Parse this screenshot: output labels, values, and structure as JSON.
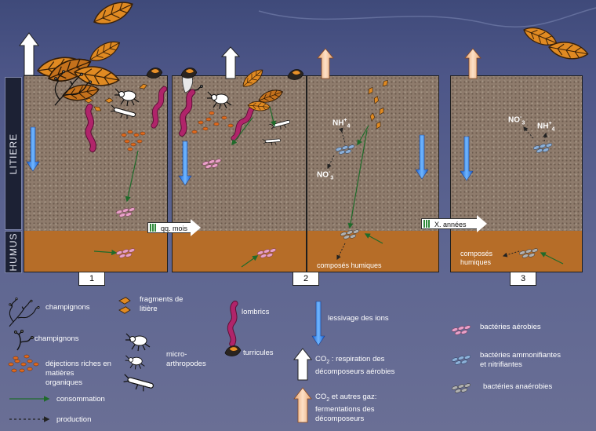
{
  "side_labels": {
    "litiere": "LITIERE",
    "humus": "HUMUS"
  },
  "panel_numbers": [
    "1",
    "2",
    "3"
  ],
  "time_arrows": {
    "first": "qq. mois",
    "second": "X. années"
  },
  "panel2": {
    "nh4": "NH",
    "nh4_sup": "+",
    "nh4_sub": "4",
    "no3": "NO",
    "no3_sup": "-",
    "no3_sub": "3",
    "humic": "composés humiques"
  },
  "panel3": {
    "no3": "NO",
    "no3_sup": "-",
    "no3_sub": "3",
    "nh4": "NH",
    "nh4_sup": "+",
    "nh4_sub": "4",
    "humic": "composés\nhumiques"
  },
  "legend": {
    "champignons_1": "champignons",
    "champignons_2": "champignons",
    "dejections": "déjections riches en\nmatières\norganiques",
    "consommation": "consommation",
    "production": "production",
    "fragments": "fragments de\nlitière",
    "microarthropodes": "micro-\narthropodes",
    "lombrics": "lombrics",
    "turricules": "turricules",
    "lessivage": "lessivage des ions",
    "co2_resp_pre": "CO",
    "co2_resp_sub": "2",
    "co2_resp_post": " : respiration des\ndécomposeurs aérobies",
    "co2_gaz_pre": "CO",
    "co2_gaz_sub": "2",
    "co2_gaz_post": "  et autres gaz:\nfermentations des\ndécomposeurs",
    "bact_aerobies": "bactéries aérobies",
    "bact_ammon": "bactéries ammonifiantes\net nitrifiantes",
    "bact_anaerobies": "bactéries anaérobies"
  },
  "colors": {
    "humus": "#b66d28",
    "leaf": "#e08a22",
    "worm": "#b0246a",
    "aerobic": "#e8a0c8",
    "ammon": "#8cb0d8",
    "anaerobic": "#a6a6a6",
    "leaching": "#2f7fe6",
    "consumption": "#1f6b2a"
  }
}
